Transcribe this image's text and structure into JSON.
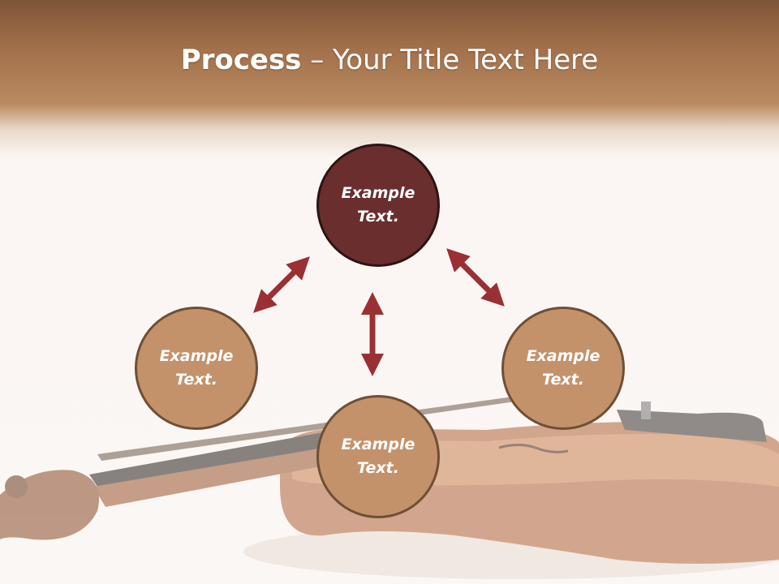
{
  "slide": {
    "title_bold": "Process",
    "title_rest": " – Your Title Text Here"
  },
  "diagram": {
    "nodes": {
      "top": {
        "line1": "Example",
        "line2": "Text."
      },
      "left": {
        "line1": "Example",
        "line2": "Text."
      },
      "right": {
        "line1": "Example",
        "line2": "Text."
      },
      "bottom": {
        "line1": "Example",
        "line2": "Text."
      }
    },
    "colors": {
      "center_node": "#6a2e2f",
      "outer_nodes": "#c3926b",
      "arrows": "#9b3034",
      "header": "#a2704b"
    }
  }
}
